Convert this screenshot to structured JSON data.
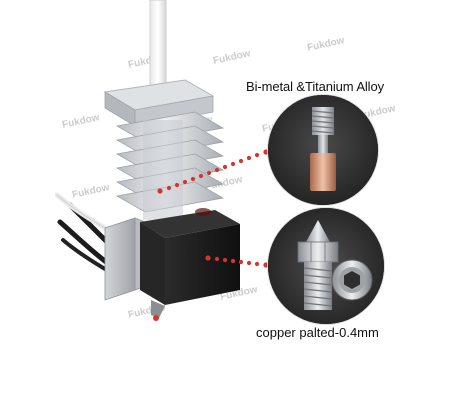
{
  "labels": {
    "top": "Bi-metal &Titanium Alloy",
    "bottom": "copper palted-0.4mm"
  },
  "watermark": "Fukdow",
  "colors": {
    "callout_dot": "#d9332b",
    "heatsink": "#c9ccd1",
    "block": "#1f1f1f",
    "copper": "#c98a6a",
    "background": "#ffffff"
  }
}
